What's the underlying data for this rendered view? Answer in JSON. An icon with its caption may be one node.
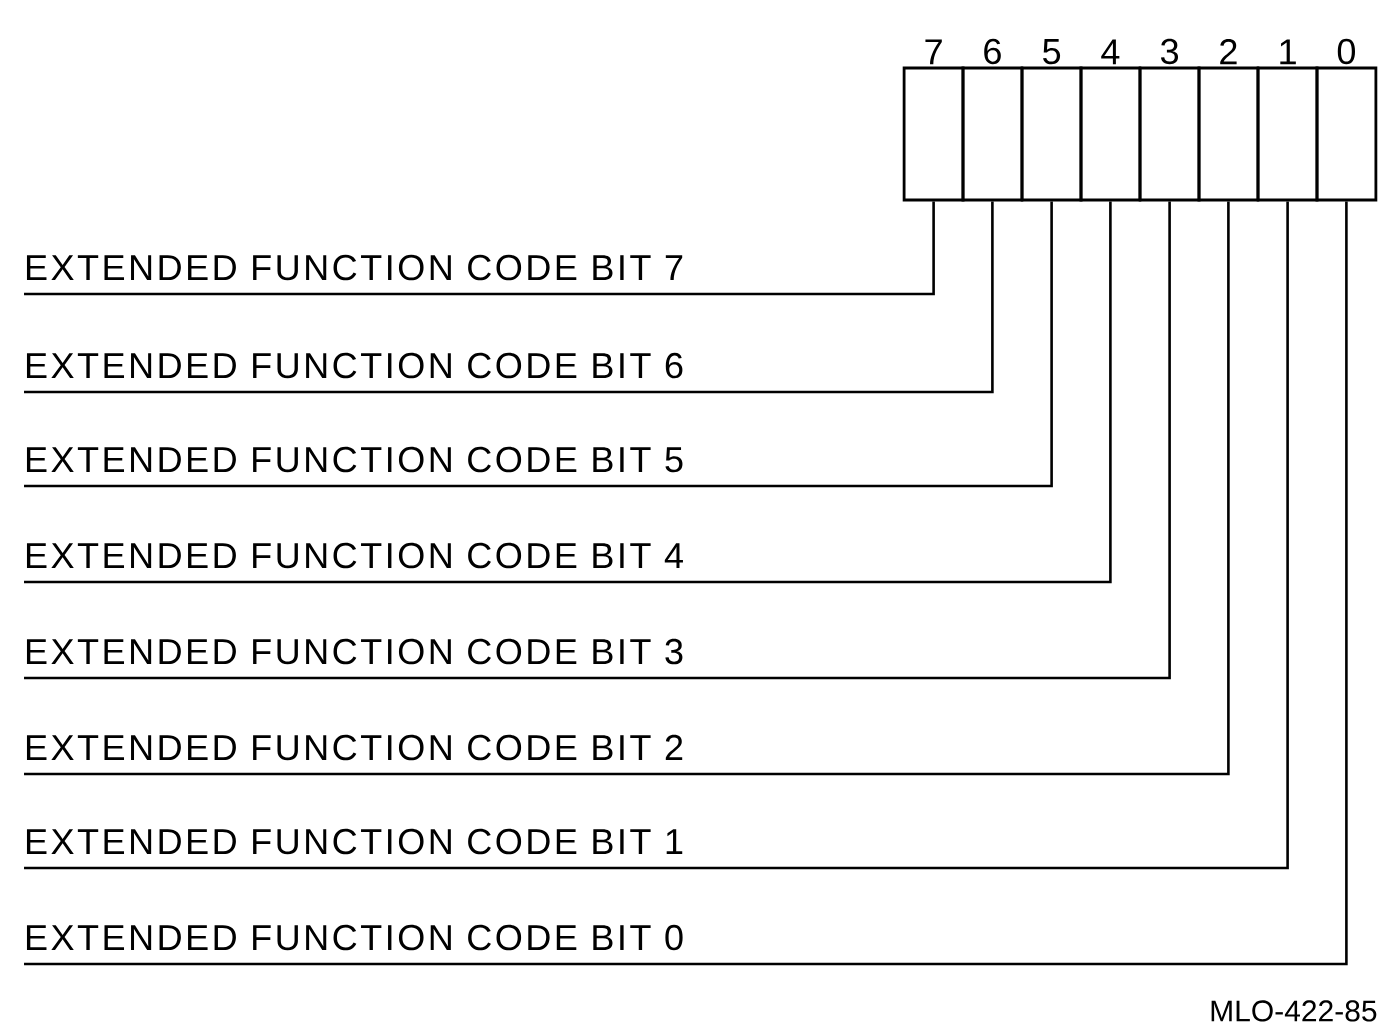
{
  "diagram": {
    "nodes": [
      {
        "text": [
          "7"
        ]
      },
      {
        "text": [
          "6"
        ]
      },
      {
        "text": [
          "5"
        ]
      },
      {
        "text": [
          "4"
        ]
      },
      {
        "text": [
          "3"
        ]
      },
      {
        "text": [
          "2"
        ]
      },
      {
        "text": [
          "1"
        ]
      },
      {
        "text": [
          "0"
        ]
      },
      {
        "text": [
          "EXTENDED FUNCTION CODE BIT 7"
        ]
      },
      {
        "text": [
          "EXTENDED FUNCTION CODE BIT 6"
        ]
      },
      {
        "text": [
          "EXTENDED FUNCTION CODE BIT 5"
        ]
      },
      {
        "text": [
          "EXTENDED FUNCTION CODE BIT 4"
        ]
      },
      {
        "text": [
          "EXTENDED FUNCTION CODE BIT 3"
        ]
      },
      {
        "text": [
          "EXTENDED FUNCTION CODE BIT 2"
        ]
      },
      {
        "text": [
          "EXTENDED FUNCTION CODE BIT 1"
        ]
      },
      {
        "text": [
          "EXTENDED FUNCTION CODE BIT 0"
        ]
      }
    ],
    "edges": [
      {
        "from": 0,
        "to": 8,
        "arrow": "none"
      },
      {
        "from": 1,
        "to": 9,
        "arrow": "none"
      },
      {
        "from": 2,
        "to": 10,
        "arrow": "none"
      },
      {
        "from": 3,
        "to": 11,
        "arrow": "none"
      },
      {
        "from": 4,
        "to": 12,
        "arrow": "none"
      },
      {
        "from": 5,
        "to": 13,
        "arrow": "none"
      },
      {
        "from": 6,
        "to": 14,
        "arrow": "none"
      },
      {
        "from": 7,
        "to": 15,
        "arrow": "none"
      }
    ],
    "labels": [
      "MLO-422-85"
    ]
  }
}
